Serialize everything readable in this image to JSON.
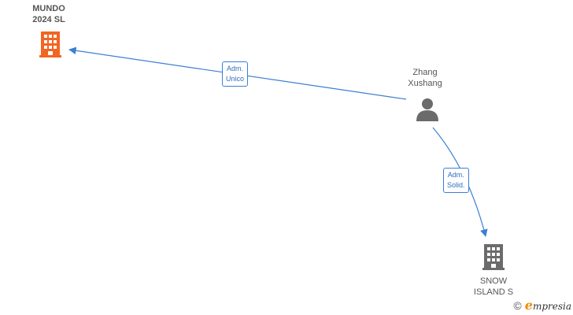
{
  "nodes": {
    "mundo": {
      "name_line1": "MUNDO",
      "name_line2": "2024  SL",
      "color": "#f26522"
    },
    "zhang": {
      "name_line1": "Zhang",
      "name_line2": "Xushang",
      "color": "#6b6b6b"
    },
    "snow": {
      "name_line1": "SNOW",
      "name_line2": "ISLAND  S",
      "color": "#6b6b6b"
    }
  },
  "edges": [
    {
      "line1": "Adm.",
      "line2": "Unico"
    },
    {
      "line1": "Adm.",
      "line2": "Solid."
    }
  ],
  "colors": {
    "edge": "#3b7fd4"
  },
  "brand": {
    "copyright": "©",
    "initial": "e",
    "rest": "mpresia"
  }
}
